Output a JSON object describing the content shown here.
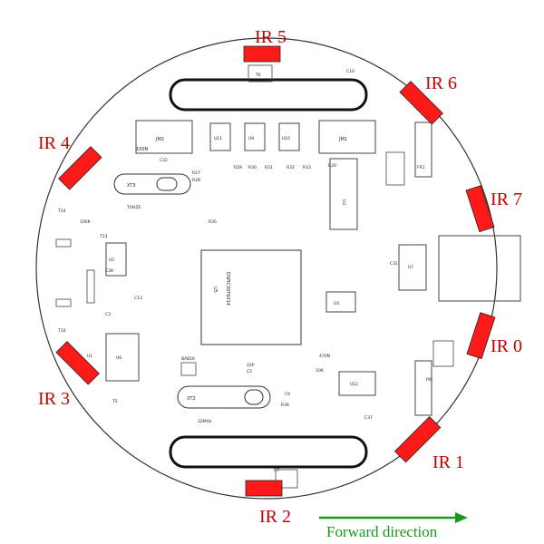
{
  "diagram": {
    "sensor_labels": {
      "ir0": "IR 0",
      "ir1": "IR 1",
      "ir2": "IR 2",
      "ir3": "IR 3",
      "ir4": "IR 4",
      "ir5": "IR 5",
      "ir6": "IR 6",
      "ir7": "IR 7"
    },
    "forward_direction": "Forward direction",
    "colors": {
      "sensor": "#ff1a1a",
      "sensor_label": "#c40000",
      "forward_arrow": "#1a9a1a",
      "board_outline": "#333333"
    },
    "silkscreen": {
      "u1": "U1",
      "u2": "U2",
      "u3": "U3",
      "u4": "U4",
      "u5": "U5",
      "u6": "U6",
      "u7": "U7",
      "u9": "U9",
      "u10": "U10",
      "u11": "U11",
      "u12": "U12",
      "xt2": "XT2",
      "xt3": "XT3",
      "jm2": "JM2",
      "jm1": "JM1",
      "t14": "T14",
      "t10": "T10",
      "t13": "T13",
      "t5": "T5",
      "t6": "T6",
      "c32": "C32",
      "c31": "C31",
      "c38": "C38",
      "c13": "C13",
      "c3": "C3",
      "c9": "C9",
      "c10": "C10",
      "c2": "C2",
      "c37": "C37",
      "ba816": "BA816",
      "pic": "DSPIC30F6014",
      "xc2": "32MHz",
      "xc3": "TUHZE",
      "v100n": "100N",
      "v100k": "100K",
      "v22p": "22P",
      "v470n": "470N",
      "v10k": "10K",
      "fr": "FR1",
      "r20": "R20",
      "r27": "R27",
      "r28": "R28",
      "r29": "R29",
      "r30": "R30",
      "r31": "R31",
      "r32": "R32",
      "r33": "R33",
      "r35": "R35",
      "r36": "R36",
      "r6": "R6",
      "r7": "R7"
    }
  }
}
